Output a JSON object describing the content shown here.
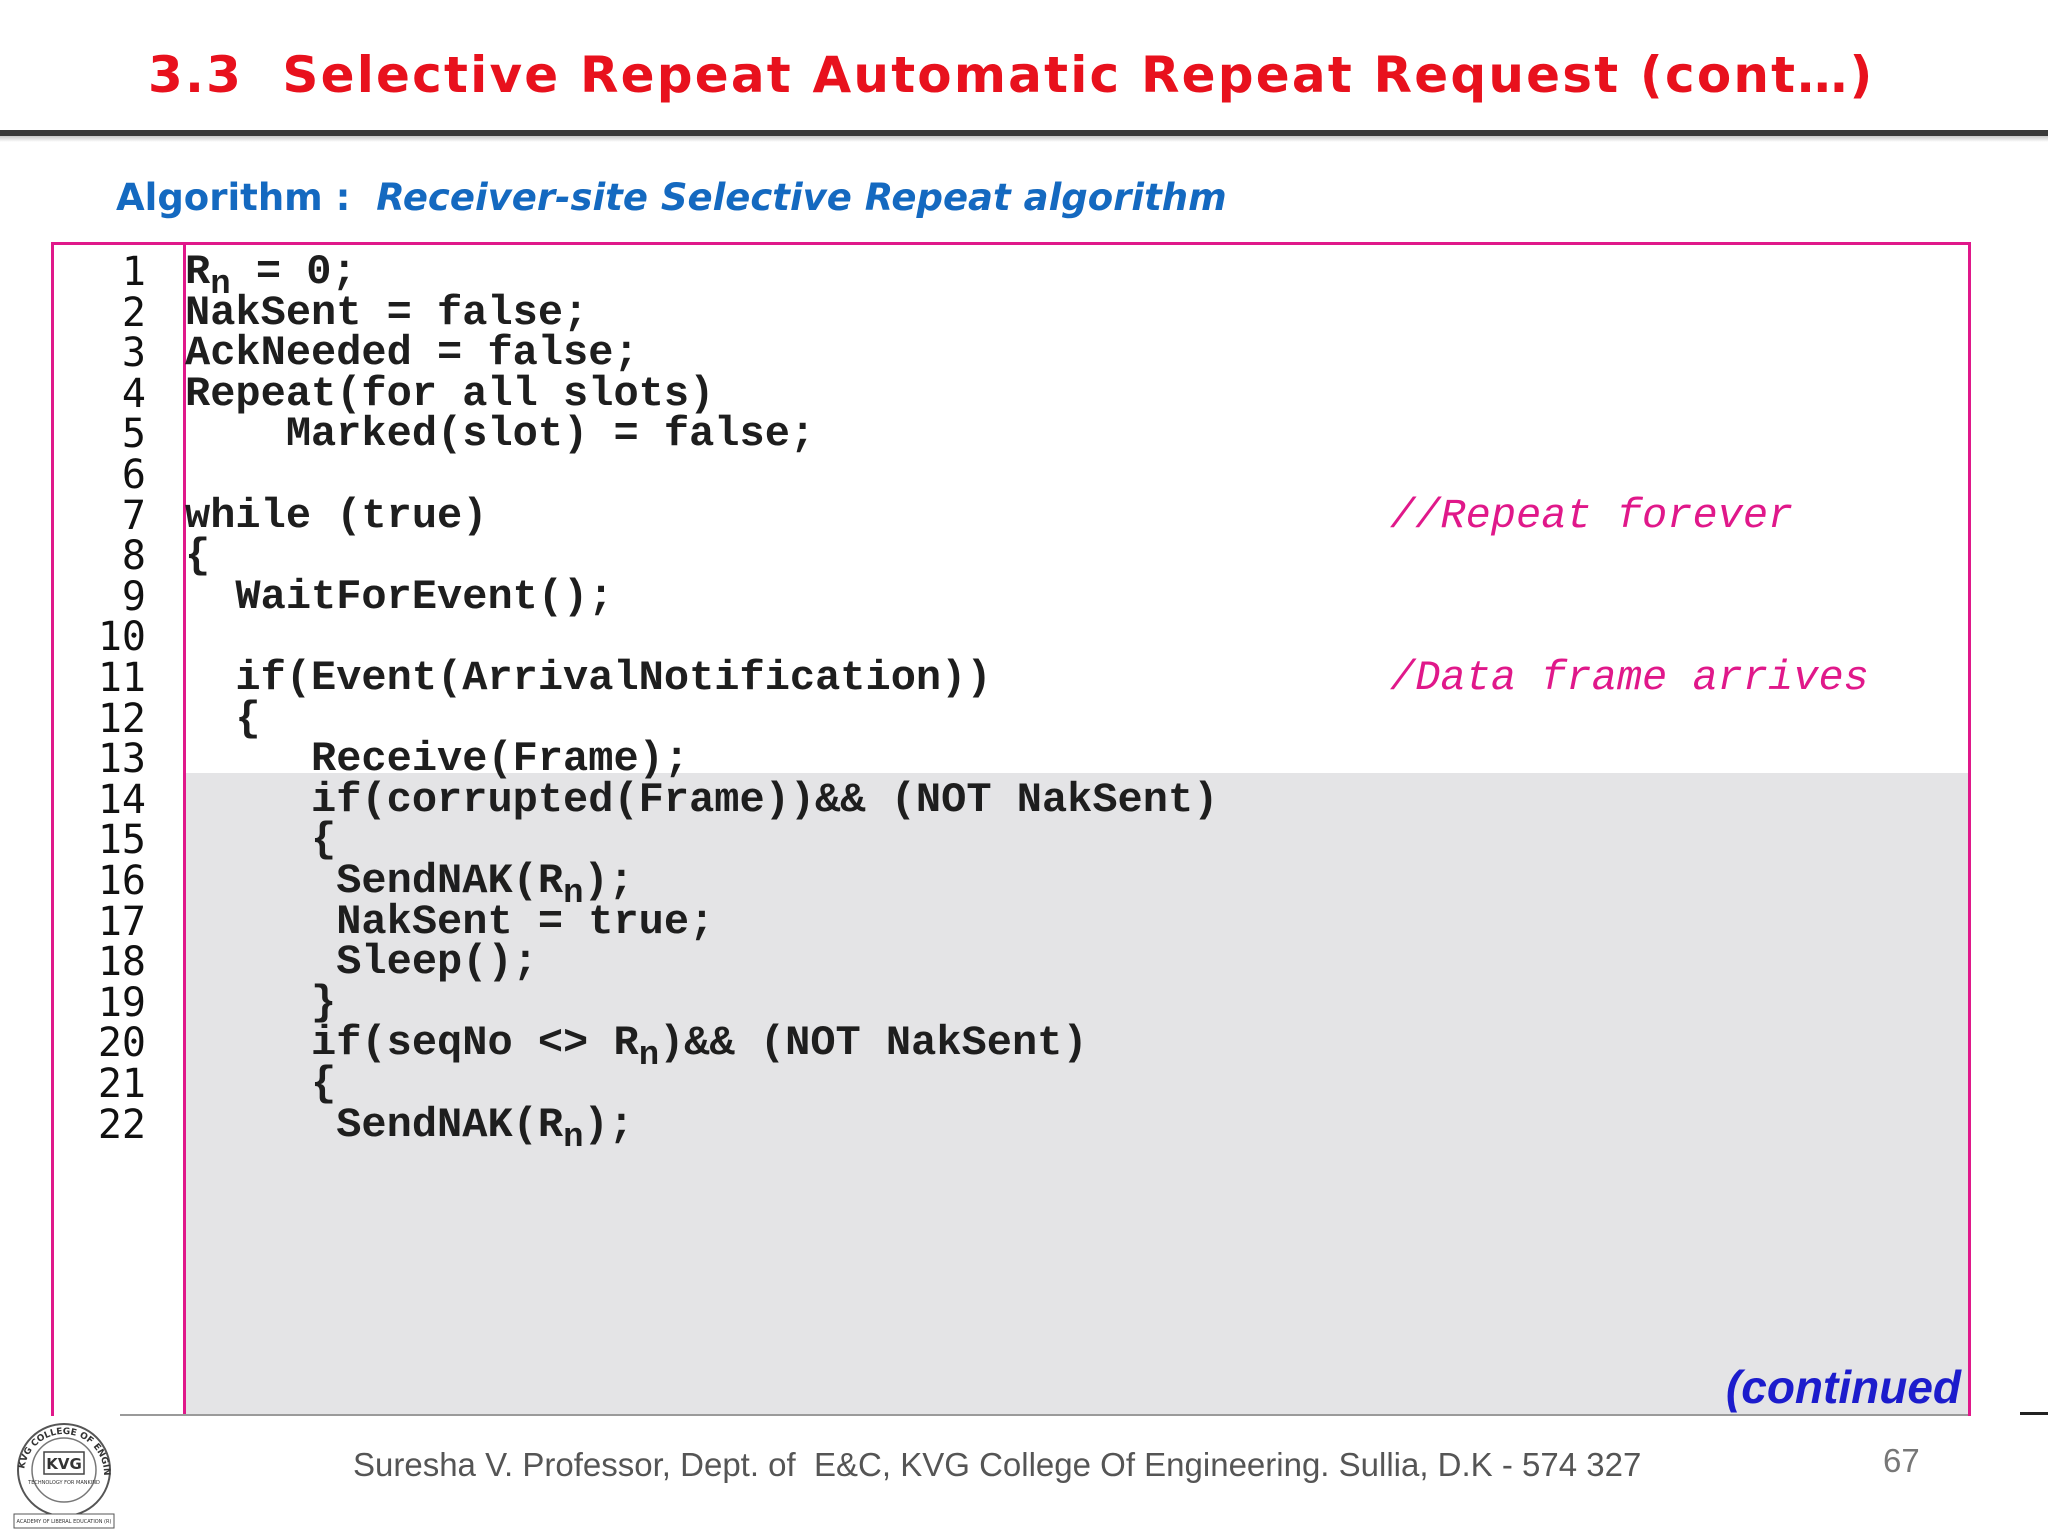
{
  "title": "3.3  Selective Repeat Automatic Repeat Request (cont…)",
  "algorithm": {
    "label": "Algorithm :",
    "description": "Receiver-site Selective Repeat algorithm"
  },
  "code_lines": [
    {
      "no": "1",
      "pre": "R",
      "sub": "n",
      "post": " = 0;"
    },
    {
      "no": "2",
      "text": "NakSent = false;"
    },
    {
      "no": "3",
      "text": "AckNeeded = false;"
    },
    {
      "no": "4",
      "text": "Repeat(for all slots)"
    },
    {
      "no": "5",
      "text": "    Marked(slot) = false;"
    },
    {
      "no": "6",
      "text": ""
    },
    {
      "no": "7",
      "text": "while (true)",
      "comment": "//Repeat forever"
    },
    {
      "no": "8",
      "text": "{"
    },
    {
      "no": "9",
      "text": "  WaitForEvent();"
    },
    {
      "no": "10",
      "text": ""
    },
    {
      "no": "11",
      "text": "  if(Event(ArrivalNotification))",
      "comment": "/Data frame arrives"
    },
    {
      "no": "12",
      "text": "  {"
    },
    {
      "no": "13",
      "text": "     Receive(Frame);"
    },
    {
      "no": "14",
      "text": "     if(corrupted(Frame))&& (NOT NakSent)"
    },
    {
      "no": "15",
      "text": "     {"
    },
    {
      "no": "16",
      "pre": "      SendNAK(R",
      "sub": "n",
      "post": ");"
    },
    {
      "no": "17",
      "text": "      NakSent = true;"
    },
    {
      "no": "18",
      "text": "      Sleep();"
    },
    {
      "no": "19",
      "text": "     }"
    },
    {
      "no": "20",
      "pre": "     if(seqNo <> R",
      "sub": "n",
      "post": ")&& (NOT NakSent)"
    },
    {
      "no": "21",
      "text": "     {"
    },
    {
      "no": "22",
      "pre": "      SendNAK(R",
      "sub": "n",
      "post": ");"
    }
  ],
  "continued": "(continued",
  "footer": "Suresha V. Professor, Dept. of  E&C, KVG College Of Engineering. Sullia, D.K - 574 327",
  "page_number": "67",
  "colors": {
    "title": "#e8111d",
    "heading": "#1469c0",
    "frame": "#e0188a",
    "comment": "#e0188a",
    "continued": "#1c1ccc",
    "shade": "#e4e4e6"
  },
  "logo": {
    "ring_text": "KVG COLLEGE OF ENGINEERING",
    "monogram": "KVG",
    "banner": "TECHNOLOGY FOR MANKIND",
    "base": "ACADEMY OF LIBERAL EDUCATION (R)"
  }
}
